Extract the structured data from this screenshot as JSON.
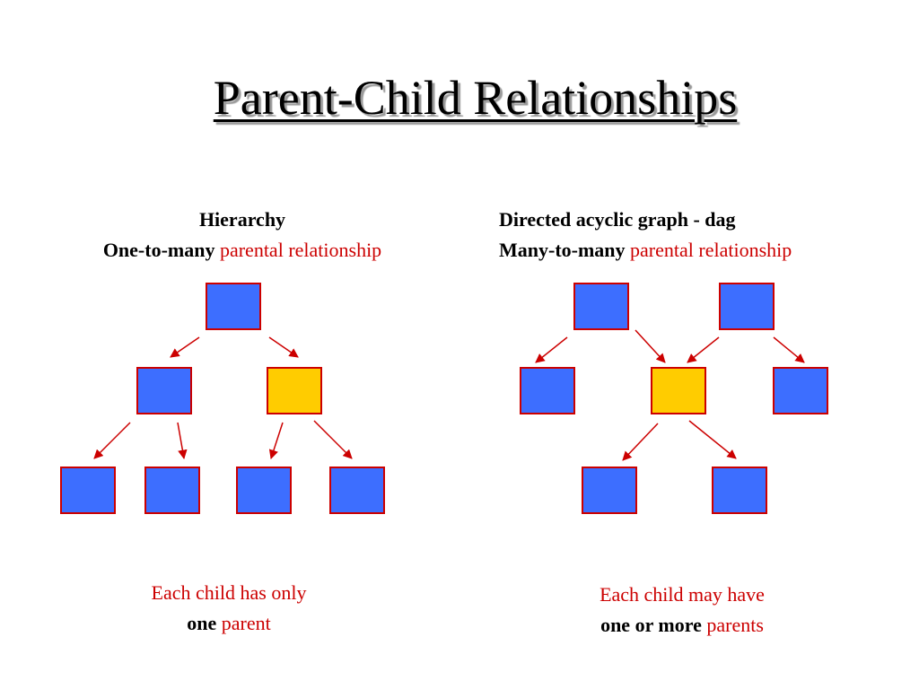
{
  "title": "Parent-Child Relationships",
  "left": {
    "heading_line1": "Hierarchy",
    "heading_line2_bold": "One-to-many",
    "heading_line2_red": "parental relationship",
    "caption_line1": "Each child has only",
    "caption_line2_bold": "one",
    "caption_line2_red": "parent"
  },
  "right": {
    "heading_line1": "Directed acyclic graph - dag",
    "heading_line2_bold": "Many-to-many",
    "heading_line2_red": "parental relationship",
    "caption_line1": "Each child may have",
    "caption_line2_bold": "one or more",
    "caption_line2_red": "parents"
  },
  "colors": {
    "node_fill": "#3d6eff",
    "highlight_fill": "#ffcc00",
    "node_border": "#cc0000",
    "arrow": "#cc0000",
    "text_red": "#cc0000"
  }
}
